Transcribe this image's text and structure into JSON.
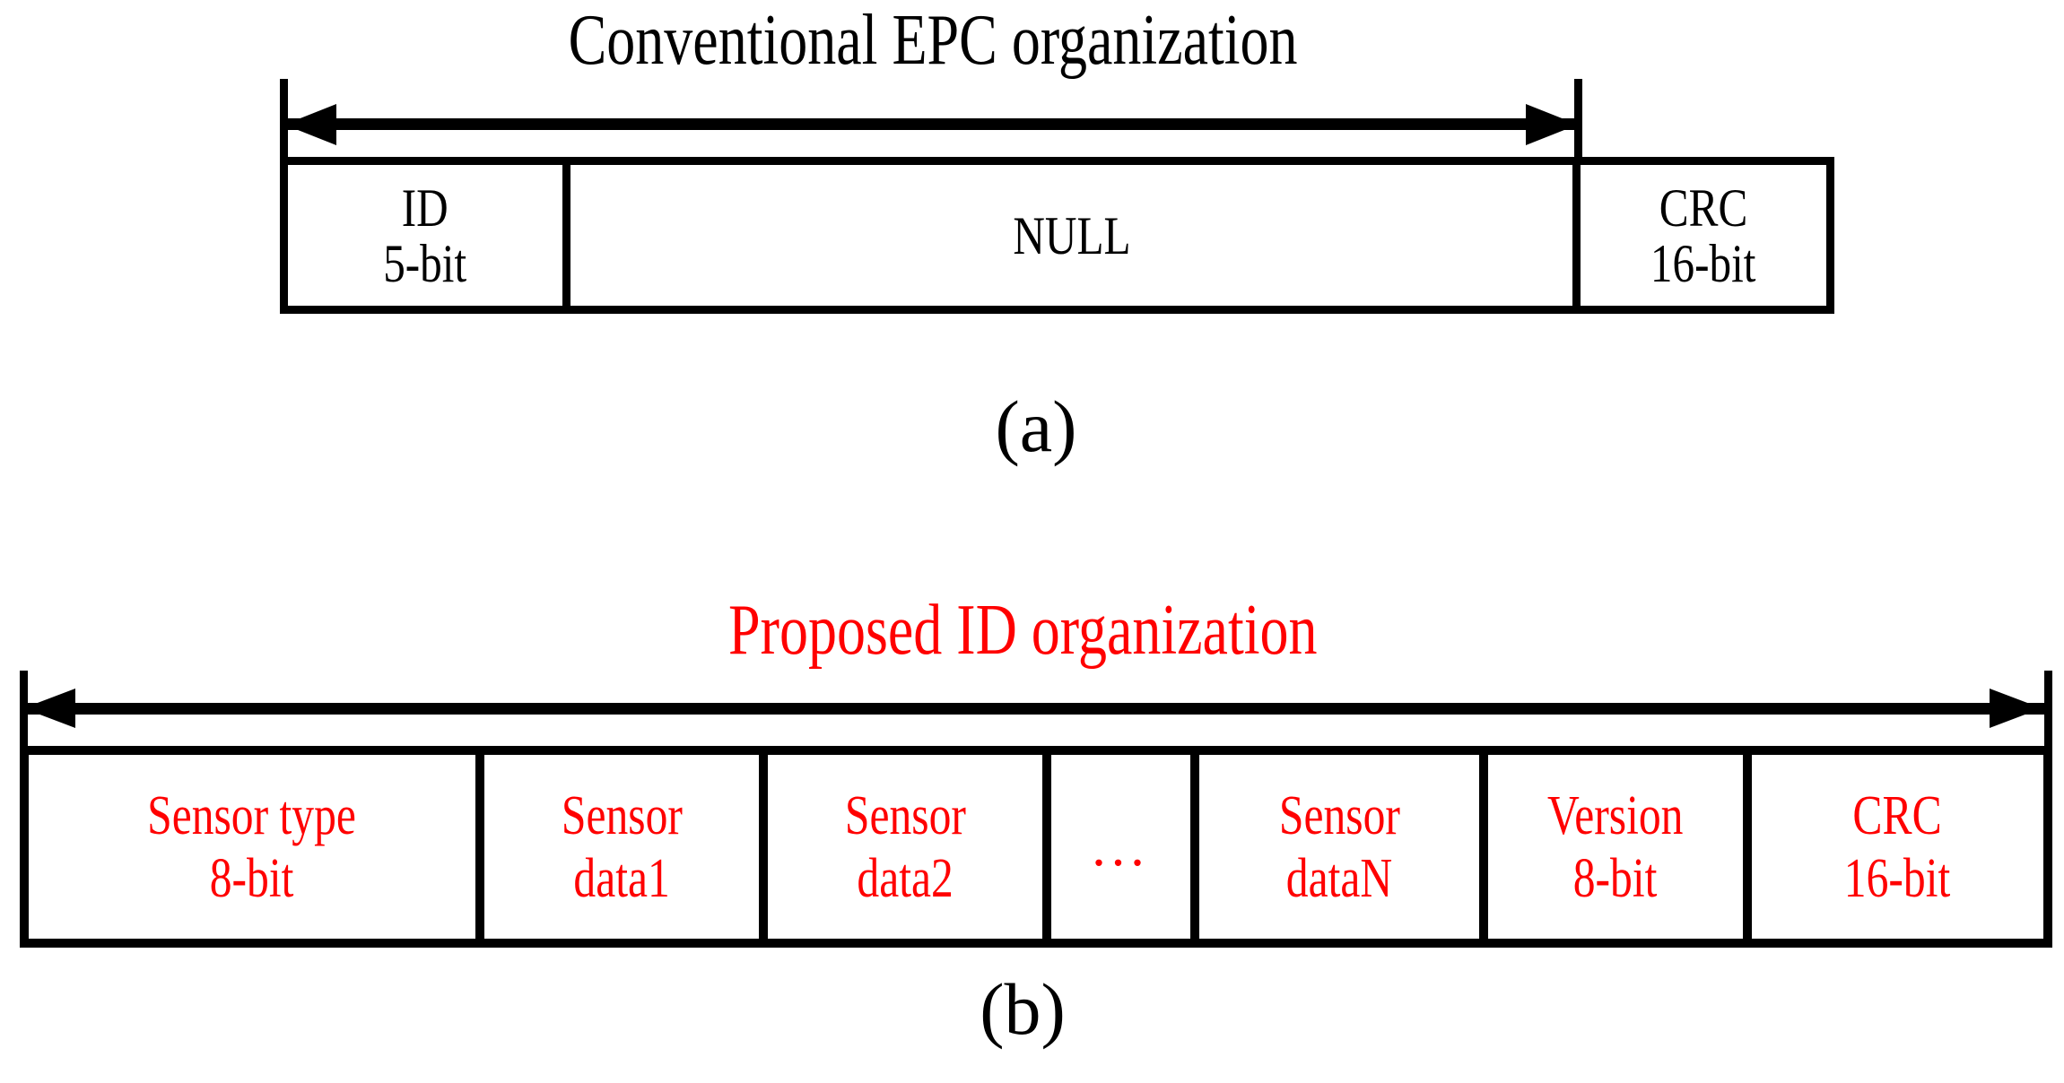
{
  "figure": {
    "background_color": "#FFFFFF",
    "line_color": "#000000",
    "highlight_color": "#FF0000"
  },
  "panel_a": {
    "title": "Conventional EPC organization",
    "caption": "(a)",
    "measure_arrow": {
      "label": "Conventional EPC organization",
      "direction": "double",
      "spans": "ID + NULL"
    },
    "fields": [
      {
        "name": "ID",
        "size": "5-bit"
      },
      {
        "name": "NULL",
        "size": ""
      },
      {
        "name": "CRC",
        "size": "16-bit"
      }
    ]
  },
  "panel_b": {
    "title": "Proposed ID organization",
    "caption": "(b)",
    "measure_arrow": {
      "label": "Proposed ID organization",
      "direction": "double",
      "spans": "entire frame"
    },
    "fields": [
      {
        "name": "Sensor type",
        "size": "8-bit"
      },
      {
        "name": "Sensor",
        "size": "data1"
      },
      {
        "name": "Sensor",
        "size": "data2"
      },
      {
        "name": "...",
        "size": ""
      },
      {
        "name": "Sensor",
        "size": "dataN"
      },
      {
        "name": "Version",
        "size": "8-bit"
      },
      {
        "name": "CRC",
        "size": "16-bit"
      }
    ]
  }
}
